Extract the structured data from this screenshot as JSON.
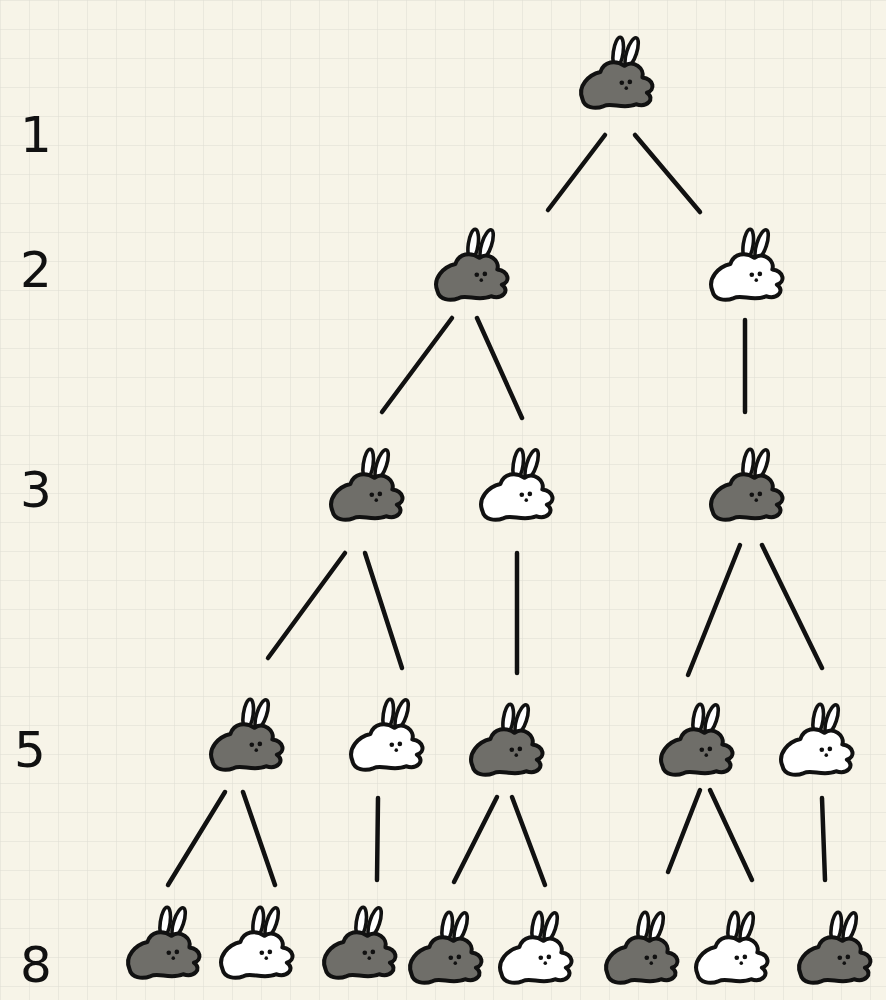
{
  "diagram": {
    "labels": [
      "1",
      "2",
      "3",
      "5",
      "8"
    ]
  }
}
